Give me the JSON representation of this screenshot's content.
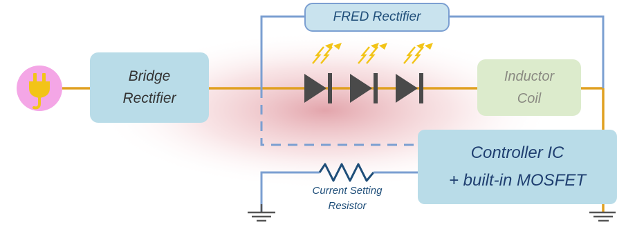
{
  "diagram": {
    "fred_rectifier_label": "FRED Rectifier",
    "bridge_rectifier_lines": [
      "Bridge",
      "Rectifier"
    ],
    "inductor_coil_lines": [
      "Inductor",
      "Coil"
    ],
    "controller_lines": [
      "Controller IC",
      "+ built-in MOSFET"
    ],
    "resistor_lines": [
      "Current Setting",
      "Resistor"
    ],
    "led_count": 3,
    "colors": {
      "wire_power": "#e0a020",
      "wire_control": "#7b9fd1",
      "led_body": "#4a4a4a",
      "led_light": "#f2c418",
      "plug_background": "#f4a6e6",
      "plug_icon": "#f2c418",
      "glow": "#e8a0a8",
      "ground": "#555555"
    },
    "icons": [
      "power-plug-icon",
      "led-diode-icon",
      "resistor-icon",
      "ground-icon"
    ]
  }
}
